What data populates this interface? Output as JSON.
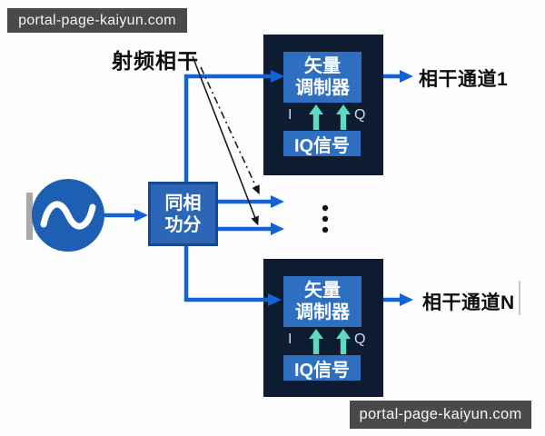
{
  "watermarks": {
    "top": "portal-page-kaiyun.com",
    "bottom": "portal-page-kaiyun.com"
  },
  "annotation": {
    "rf_coherent_label": "射频相干"
  },
  "source": {
    "icon": "sine-wave-oscillator"
  },
  "divider": {
    "line1": "同相",
    "line2": "功分"
  },
  "channels": [
    {
      "modulator_line1": "矢量",
      "modulator_line2": "调制器",
      "i_label": "I",
      "q_label": "Q",
      "iq_label": "IQ信号",
      "output_label": "相干通道1"
    },
    {
      "modulator_line1": "矢量",
      "modulator_line2": "调制器",
      "i_label": "I",
      "q_label": "Q",
      "iq_label": "IQ信号",
      "output_label": "相干通道N"
    }
  ],
  "ellipsis": {
    "icon": "vertical-dots"
  },
  "colors": {
    "line_blue": "#1463d6",
    "inner_box_blue": "#2e6fc2",
    "divider_fill": "#2b67b6",
    "divider_border": "#17498f",
    "module_navy": "#0d1c30",
    "source_blue": "#1d5fb2",
    "teal_arrow": "#5fd9bf",
    "watermark_bg": "#4a4a4a",
    "text_black": "#0d0d0d"
  }
}
